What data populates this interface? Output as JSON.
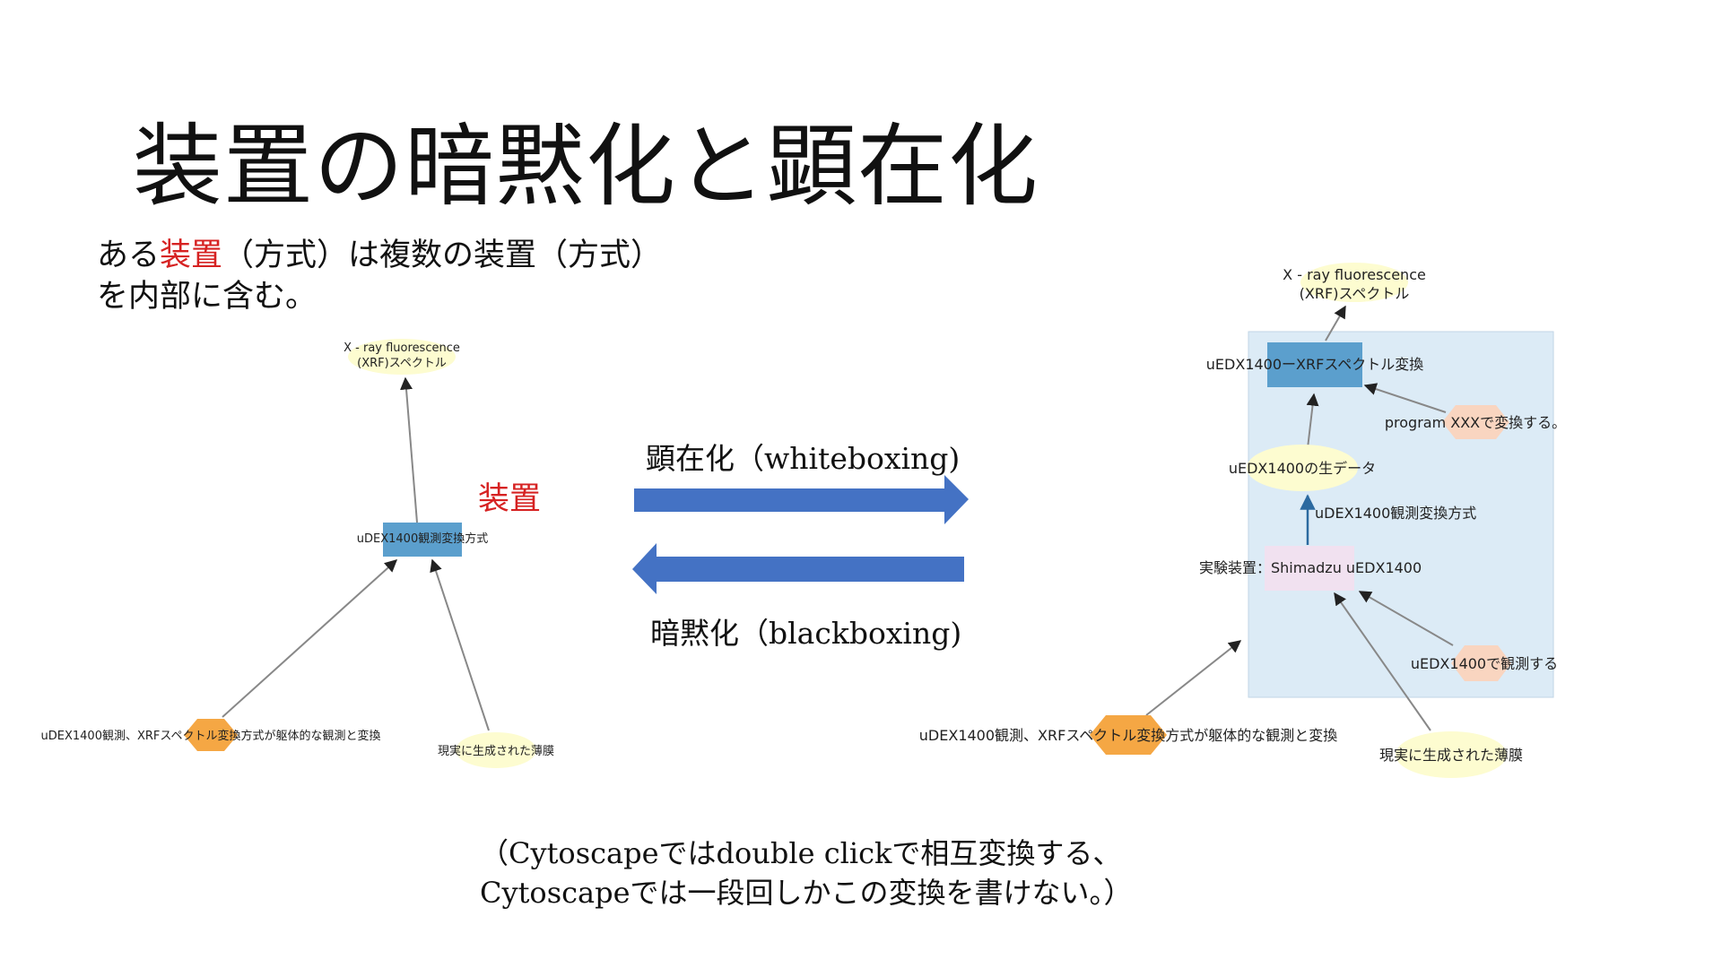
{
  "slide": {
    "title": "装置の暗黙化と顕在化",
    "intro_prefix": "ある",
    "intro_highlight": "装置",
    "intro_rest": "（方式）は複数の装置（方式）を内部に含む。",
    "device_label": "装置",
    "whitebox_label": "顕在化（whiteboxing)",
    "blackbox_label": "暗黙化（blackboxing)",
    "caption_line1": "（Cytoscapeではdouble clickで相互変換する、",
    "caption_line2": "Cytoscapeでは一段回しかこの変換を書けない。）"
  },
  "left_graph": {
    "nodes": {
      "xrf": [
        "X - ray fluorescence",
        "(XRF)スペクトル"
      ],
      "method": "uDEX1400観測変換方式",
      "generic": "uDEX1400観測、XRFスペクトル変換方式が躯体的な観測と変換",
      "film": "現実に生成された薄膜"
    }
  },
  "right_graph": {
    "nodes": {
      "xrf": [
        "X - ray fluorescence",
        "(XRF)スペクトル"
      ],
      "transform": "uEDX1400ーXRFスペクトル変換",
      "program": "program XXXで変換する。",
      "raw": "uEDX1400の生データ",
      "method_edge": "uDEX1400観測変換方式",
      "device": "実験装置：Shimadzu uEDX1400",
      "observe": "uEDX1400で観測する",
      "generic": "uDEX1400観測、XRFスペクトル変換方式が躯体的な観測と変換",
      "film": "現実に生成された薄膜"
    }
  },
  "colors": {
    "yellow_node": "#fdfcd0",
    "blue_node": "#5b9fcd",
    "orange_node": "#f5a744",
    "peach_node": "#f9d5c0",
    "pink_node": "#f1e1f0",
    "container": "#dcebf6",
    "arrow": "#4472c4",
    "accent_red": "#d62222"
  }
}
